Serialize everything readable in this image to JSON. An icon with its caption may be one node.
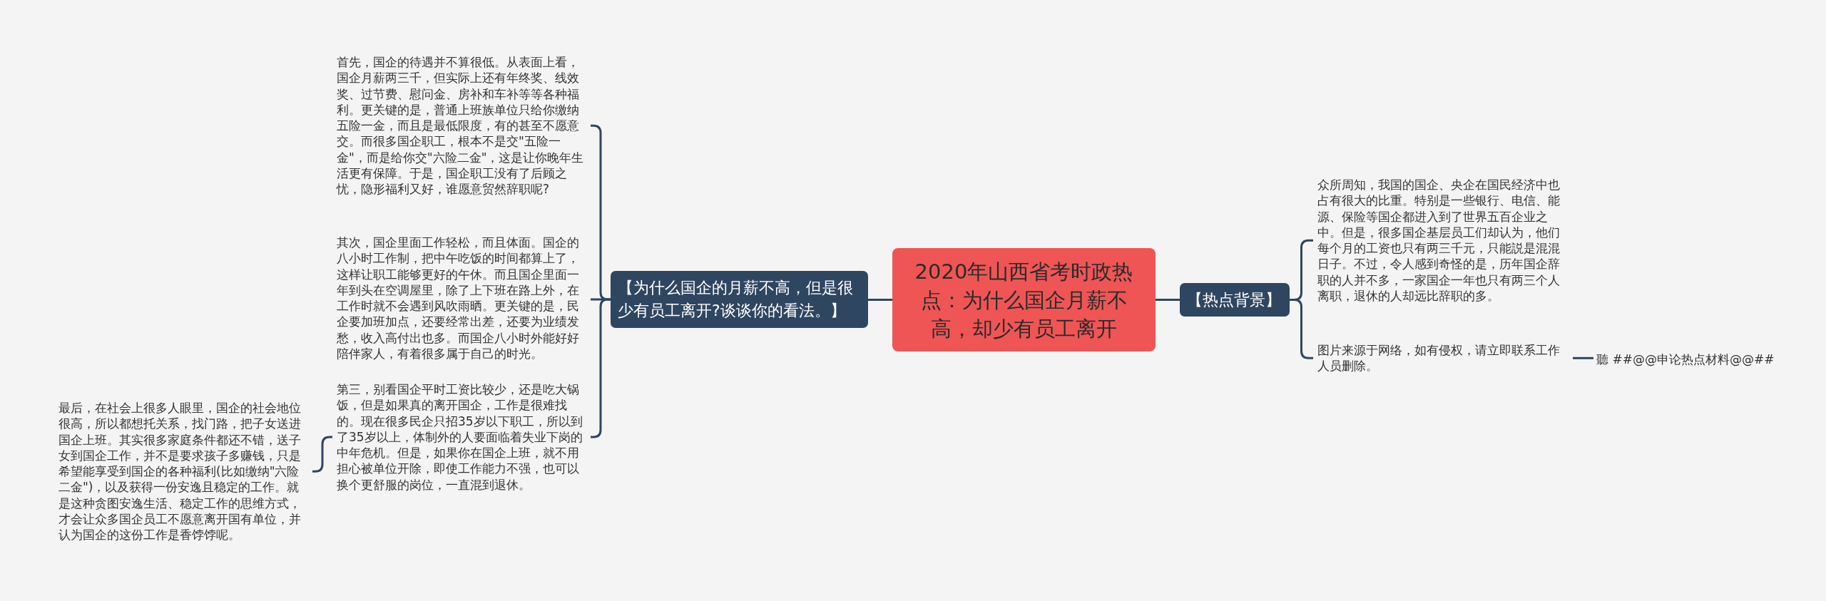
{
  "diagram": {
    "nodes": [
      {
        "text": [
          "2020年山西省考时政热点：为什么国企月薪不高，却少有员工离开"
        ]
      },
      {
        "text": [
          "【为什么国企的月薪不高，但是很少有员工离开?谈谈你的看法。】"
        ]
      },
      {
        "text": [
          "首先，国企的待遇并不算很低。从表面上看，国企月薪两三千，但实际上还有年终奖、线效奖、过节费、慰问金、房补和车补等等各种福利。更关键的是，普通上班族单位只给你缴纳五险一金，而且是最低限度，有的甚至不愿意交。而很多国企职工，根本不是交\"五险一金\"，而是给你交\"六险二金\"，这是让你晚年生活更有保障。于是，国企职工没有了后顾之忧，隐形福利又好，谁愿意贸然辞职呢?"
        ]
      },
      {
        "text": [
          "其次，国企里面工作轻松，而且体面。国企的八小时工作制，把中午吃饭的时间都算上了，这样让职工能够更好的午休。而且国企里面一年到头在空调屋里，除了上下班在路上外，在工作时就不会遇到风吹雨晒。更关键的是，民企要加班加点，还要经常出差，还要为业绩发愁，收入高付出也多。而国企八小时外能好好陪伴家人，有着很多属于自己的时光。"
        ]
      },
      {
        "text": [
          "第三，别看国企平时工资比较少，还是吃大锅饭，但是如果真的离开国企，工作是很难找的。现在很多民企只招35岁以下职工，所以到了35岁以上，体制外的人要面临着失业下岗的中年危机。但是，如果你在国企上班，就不用担心被单位开除，即使工作能力不强，也可以换个更舒服的岗位，一直混到退休。"
        ]
      },
      {
        "text": [
          "最后，在社会上很多人眼里，国企的社会地位很高，所以都想托关系，找门路，把子女送进国企上班。其实很多家庭条件都还不错，送子女到国企工作，并不是要求孩子多赚钱，只是希望能享受到国企的各种福利(比如缴纳\"六险二金\")，以及获得一份安逸且稳定的工作。就是这种贪图安逸生活、稳定工作的思维方式，才会让众多国企员工不愿意离开国有单位，并认为国企的这份工作是香饽饽呢。"
        ]
      },
      {
        "text": [
          "【热点背景】"
        ]
      },
      {
        "text": [
          "众所周知，我国的国企、央企在国民经济中也占有很大的比重。特别是一些银行、电信、能源、保险等国企都进入到了世界五百企业之中。但是，很多国企基层员工们却认为，他们每个月的工资也只有两三千元，只能説是混混日子。不过，令人感到奇怪的是，历年国企辞职的人并不多，一家国企一年也只有两三个人离职，退休的人却远比辞职的多。"
        ]
      },
      {
        "text": [
          "图片来源于网络，如有侵权，请立即联系工作人员删除。"
        ]
      },
      {
        "text": [
          "聽 ##@@申论热点材料@@##"
        ]
      }
    ],
    "edges": [
      {
        "from": 0,
        "to": 1,
        "arrow": "none"
      },
      {
        "from": 0,
        "to": 6,
        "arrow": "none"
      },
      {
        "from": 1,
        "to": 2,
        "arrow": "none"
      },
      {
        "from": 1,
        "to": 3,
        "arrow": "none"
      },
      {
        "from": 1,
        "to": 4,
        "arrow": "none"
      },
      {
        "from": 4,
        "to": 5,
        "arrow": "none"
      },
      {
        "from": 6,
        "to": 7,
        "arrow": "none"
      },
      {
        "from": 6,
        "to": 8,
        "arrow": "none"
      },
      {
        "from": 8,
        "to": 9,
        "arrow": "none"
      }
    ]
  }
}
